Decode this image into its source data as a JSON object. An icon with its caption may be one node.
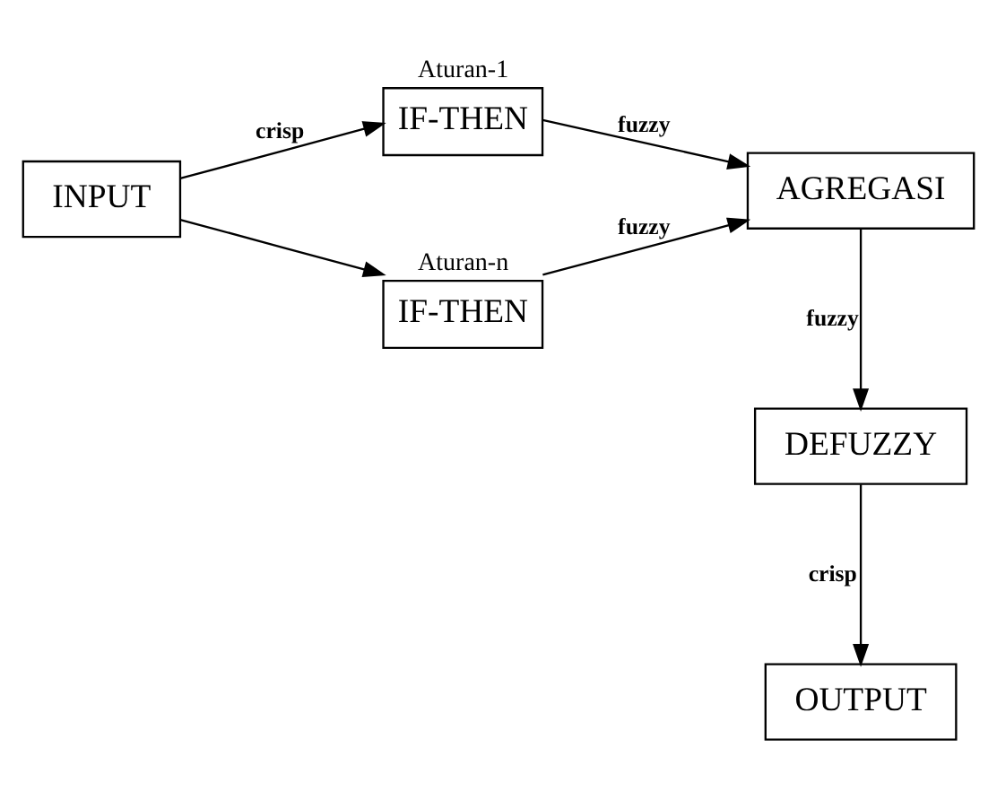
{
  "diagram": {
    "nodes": [
      {
        "text": [
          "INPUT"
        ]
      },
      {
        "text": [
          "Aturan-1",
          "IF-THEN"
        ]
      },
      {
        "text": [
          "Aturan-n",
          "IF-THEN"
        ]
      },
      {
        "text": [
          "AGREGASI"
        ]
      },
      {
        "text": [
          "DEFUZZY"
        ]
      },
      {
        "text": [
          "OUTPUT"
        ]
      }
    ],
    "edges": [
      {
        "from": 0,
        "to": 1,
        "arrow": "to",
        "label": "crisp"
      },
      {
        "from": 0,
        "to": 2,
        "arrow": "to"
      },
      {
        "from": 1,
        "to": 3,
        "arrow": "to",
        "label": "fuzzy"
      },
      {
        "from": 2,
        "to": 3,
        "arrow": "to",
        "label": "fuzzy"
      },
      {
        "from": 3,
        "to": 4,
        "arrow": "to",
        "label": "fuzzy"
      },
      {
        "from": 4,
        "to": 5,
        "arrow": "to",
        "label": "crisp"
      }
    ]
  }
}
